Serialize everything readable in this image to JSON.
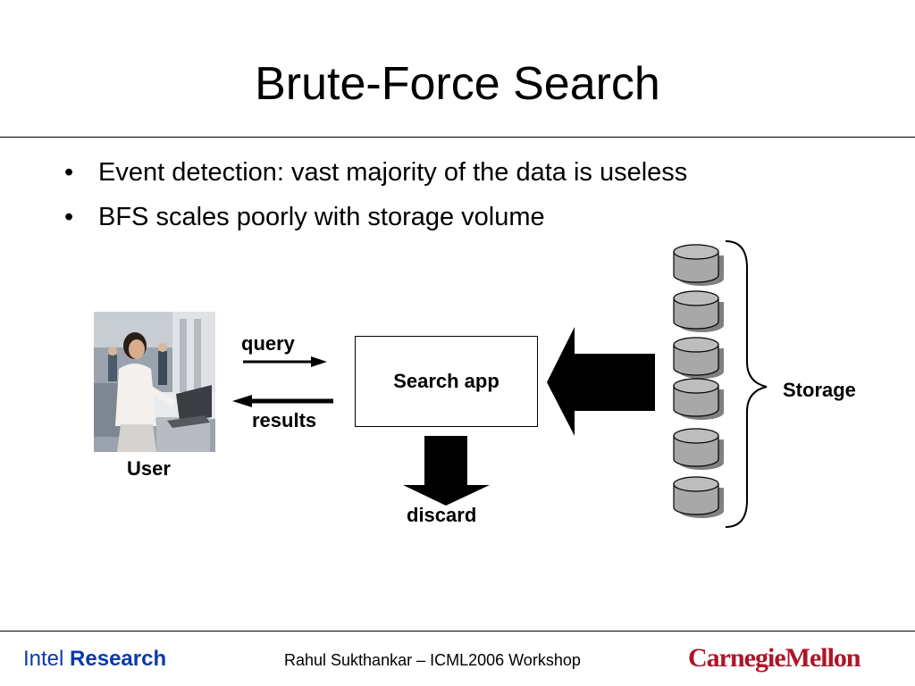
{
  "slide": {
    "title": "Brute-Force Search",
    "bullets": [
      "Event detection: vast majority of the data is useless",
      "BFS scales poorly with storage volume"
    ]
  },
  "diagram": {
    "user_label": "User",
    "query_label": "query",
    "results_label": "results",
    "app_label": "Search app",
    "discard_label": "discard",
    "storage_label": "Storage",
    "disk_count": 6,
    "colors": {
      "disk_fill": "#a8a8a8",
      "disk_shadow": "#808080",
      "arrow": "#000000"
    }
  },
  "footer": {
    "left_brand": "Intel",
    "left_brand_bold": "Research",
    "center": "Rahul Sukthankar – ICML2006 Workshop",
    "right": "CarnegieMellon",
    "left_color": "#0a3aa8",
    "right_color": "#b01428"
  }
}
